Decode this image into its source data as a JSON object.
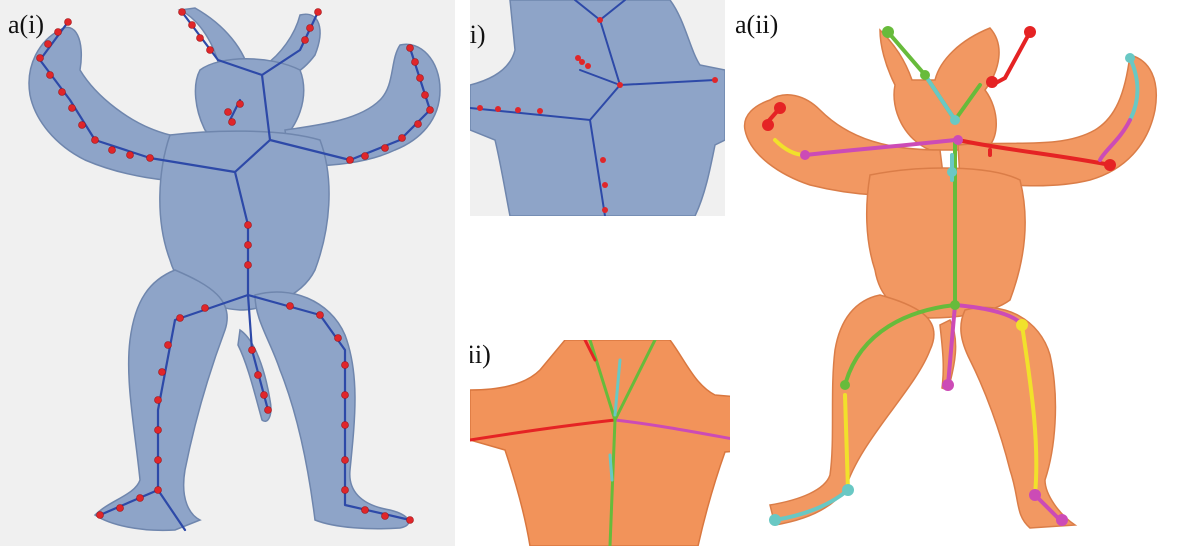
{
  "labels": {
    "a_i": "a(i)",
    "b_i": "b(i)",
    "a_ii": "a(ii)",
    "b_ii": "b(ii)"
  },
  "colors": {
    "mesh_blue": "#8ea4c8",
    "mesh_blue_dark": "#6f86ad",
    "skeleton_blue": "#2d49a8",
    "node_red": "#e0262a",
    "mesh_orange": "#f2935a",
    "mesh_orange_dark": "#d9773f",
    "seg_red": "#e52324",
    "seg_green": "#67bb3b",
    "seg_cyan": "#69c8c4",
    "seg_magenta": "#cc4bb6",
    "seg_yellow": "#f1e12b"
  }
}
